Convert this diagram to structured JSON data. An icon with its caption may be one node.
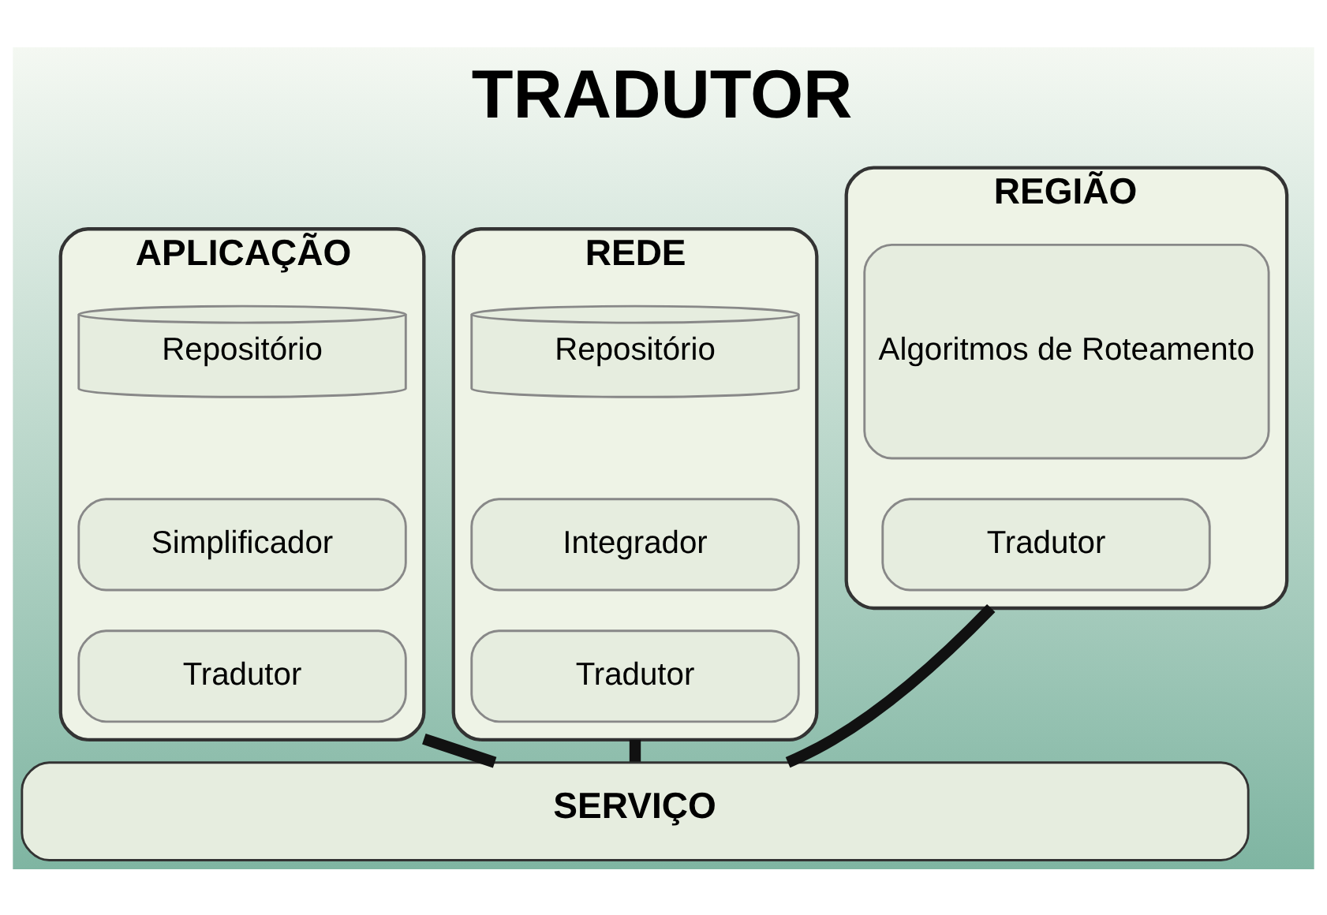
{
  "diagram": {
    "title": "TRADUTOR",
    "nodes": [
      {
        "text": [
          "APLICAÇÃO"
        ]
      },
      {
        "text": [
          "Repositório"
        ],
        "in": 0
      },
      {
        "text": [
          "Simplificador"
        ],
        "in": 0
      },
      {
        "text": [
          "Tradutor"
        ],
        "in": 0
      },
      {
        "text": [
          "REDE"
        ]
      },
      {
        "text": [
          "Repositório"
        ],
        "in": 4
      },
      {
        "text": [
          "Integrador"
        ],
        "in": 4
      },
      {
        "text": [
          "Tradutor"
        ],
        "in": 4
      },
      {
        "text": [
          "REGIÃO"
        ]
      },
      {
        "text": [
          "Algoritmos de Roteamento"
        ],
        "in": 8
      },
      {
        "text": [
          "Tradutor"
        ],
        "in": 8
      },
      {
        "text": [
          "SERVIÇO"
        ]
      }
    ],
    "edges": [
      {
        "from": 0,
        "to": 11,
        "arrow": "none"
      },
      {
        "from": 4,
        "to": 11,
        "arrow": "none"
      },
      {
        "from": 8,
        "to": 11,
        "arrow": "none"
      }
    ]
  }
}
